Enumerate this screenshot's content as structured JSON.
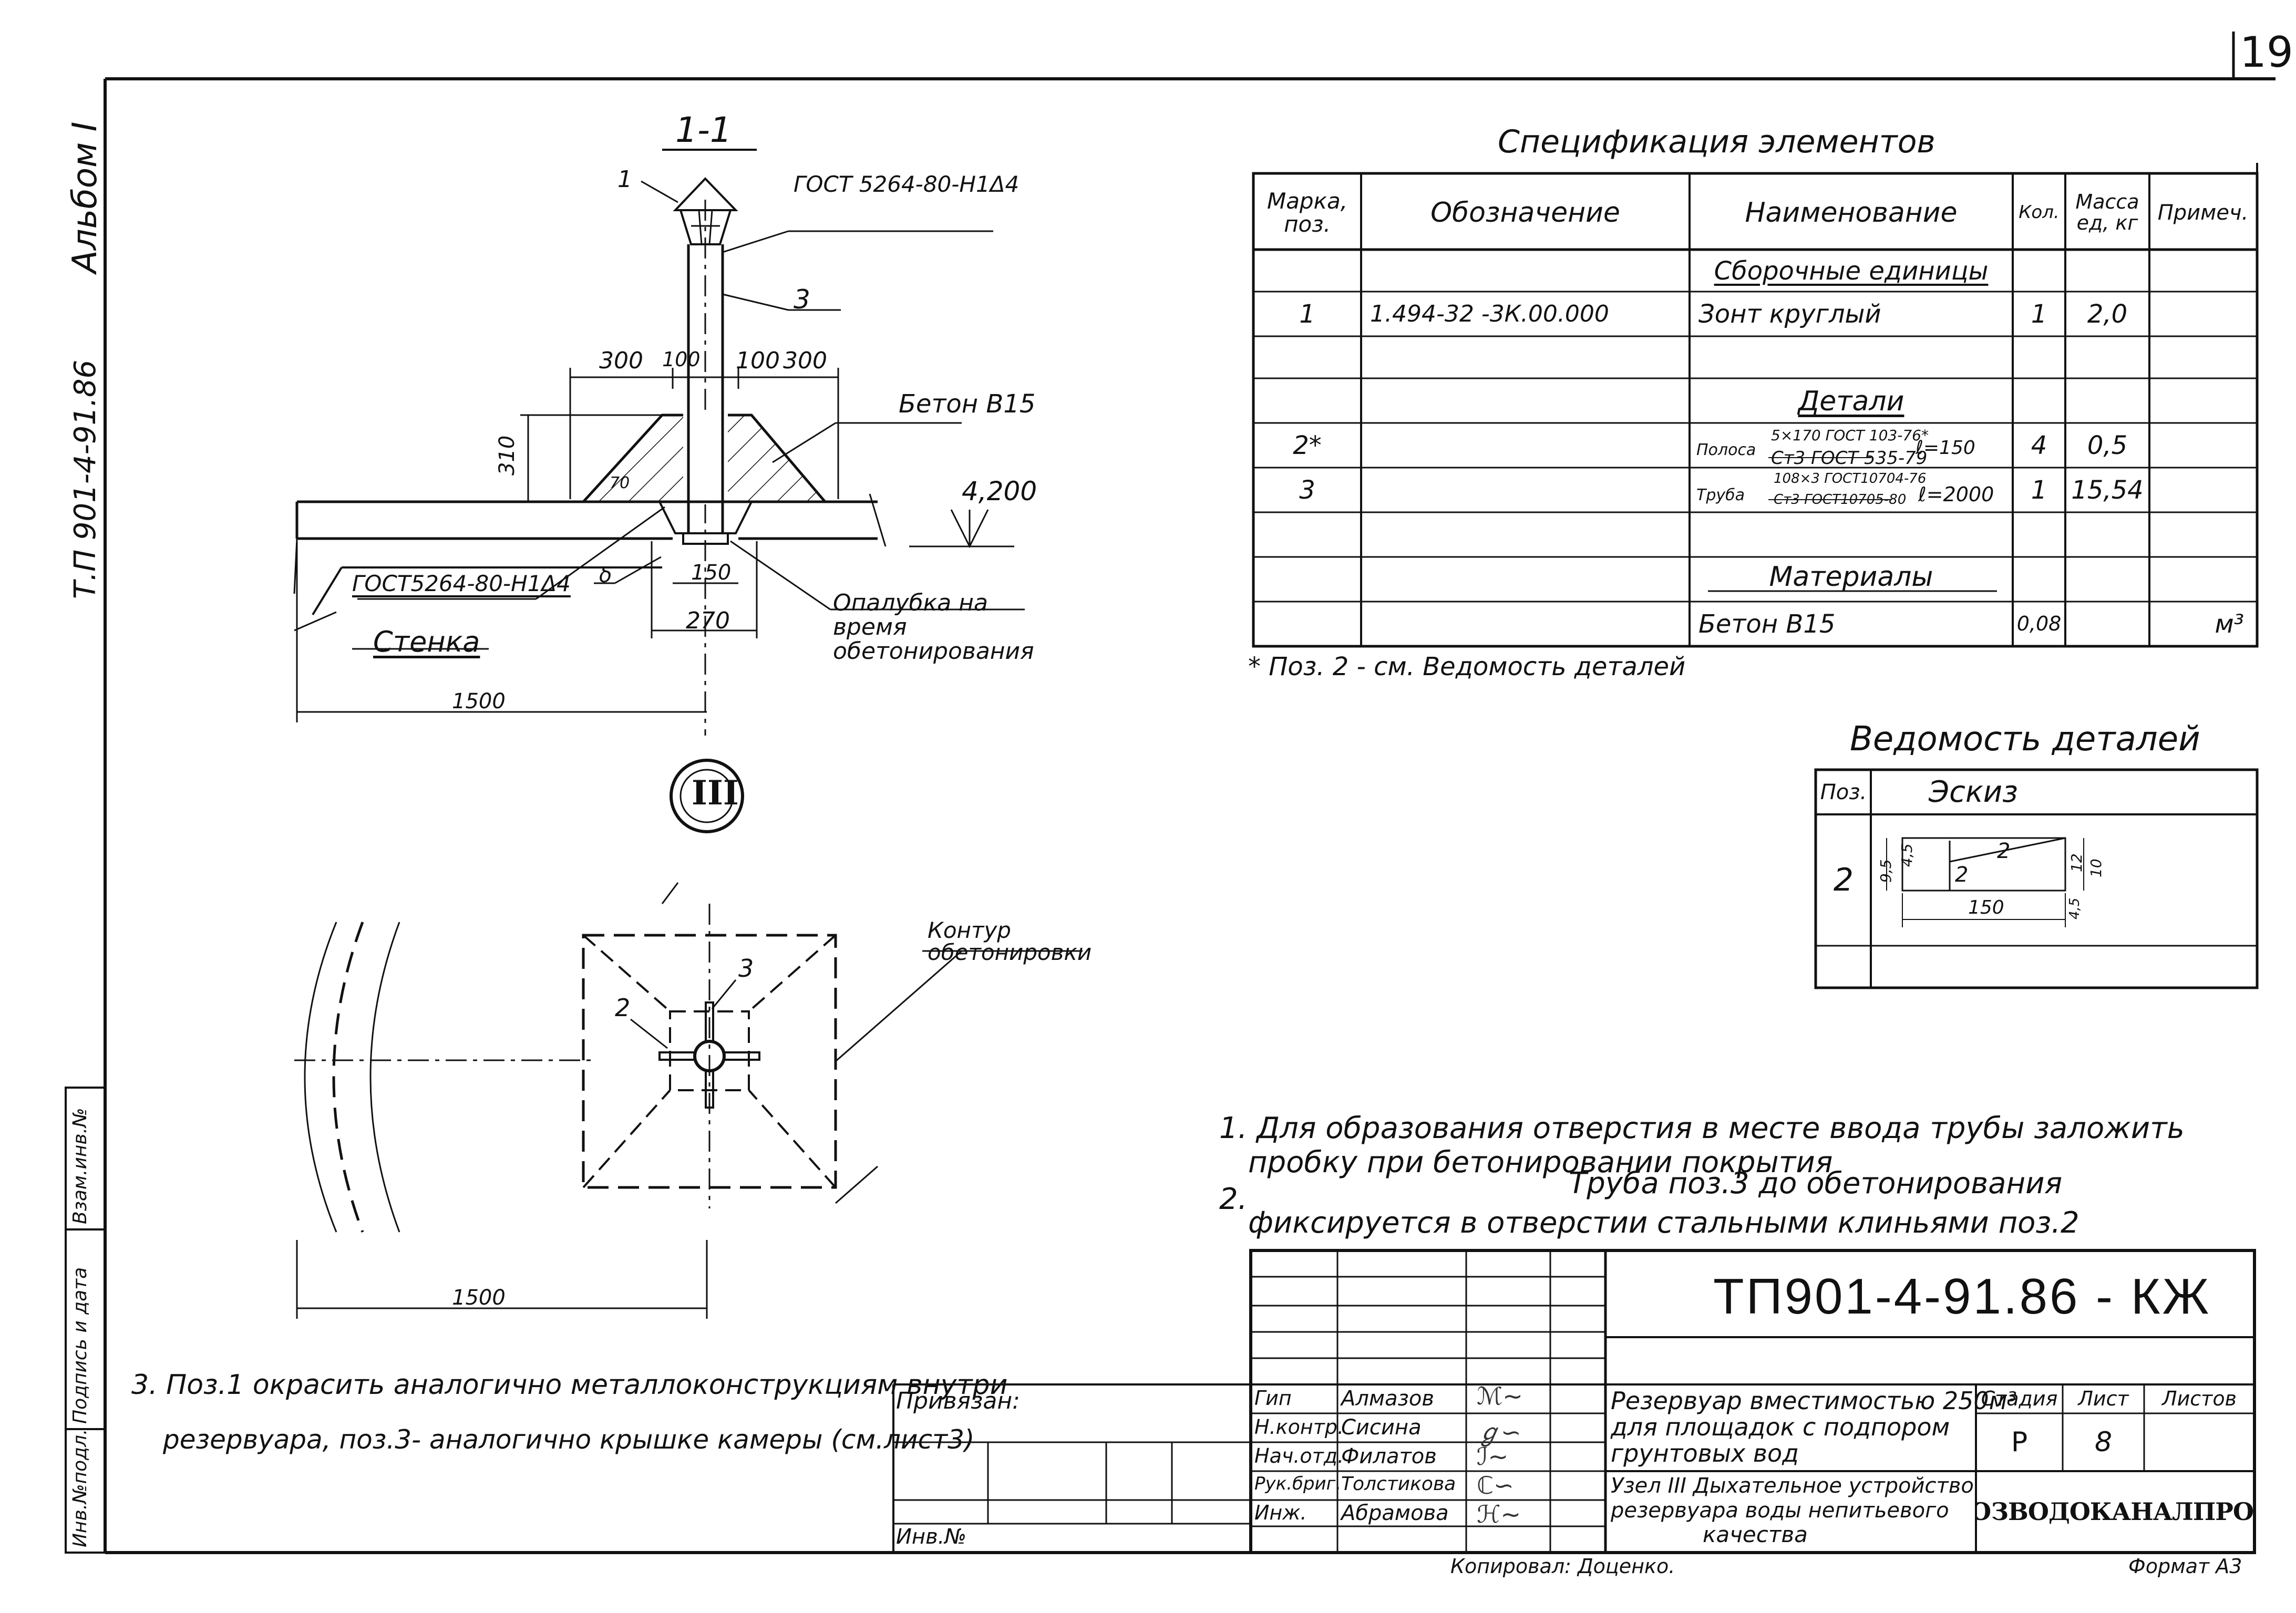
{
  "sheet": {
    "page_number": "19",
    "album": "Альбом I",
    "doc_side": "Т.П 901-4-91.86",
    "copied_by": "Копировал: Доценко.",
    "format": "Формат А3",
    "bound": "Привязан:",
    "inv_no": "Инв.№"
  },
  "left_strip": [
    "Инв.№подл.",
    "Подпись и дата",
    "Взам.инв.№"
  ],
  "section_view": {
    "title": "1-1",
    "pos1": "1",
    "pos3": "3",
    "gost_top": "ГОСТ 5264-80-Н1Δ4",
    "gost_left": "ГОСТ5264-80-Н1Δ4",
    "concrete": "Бетон В15",
    "elevation": "4,200",
    "wall": "Стенка",
    "formwork": "Опалубка на время обетонирования",
    "dims": {
      "d300a": "300",
      "d100a": "100",
      "d100b": "100",
      "d300b": "300",
      "d310": "310",
      "d70": "70",
      "d150": "150",
      "d270": "270",
      "d1500": "1500",
      "delta": "δ"
    },
    "node": "III"
  },
  "plan_view": {
    "contour": "Контур обетонировки",
    "pos2": "2",
    "pos3": "3",
    "dim1500": "1500"
  },
  "spec": {
    "title": "Спецификация элементов",
    "headers": [
      "Марка, поз.",
      "Обозначение",
      "Наименование",
      "Кол.",
      "Масса ед, кг",
      "Примеч."
    ],
    "section_asm": "Сборочные единицы",
    "row1": {
      "mark": "1",
      "designation": "1.494-32 -3К.00.000",
      "name": "Зонт круглый",
      "qty": "1",
      "mass": "2,0"
    },
    "section_det": "Детали",
    "row2": {
      "mark": "2*",
      "name_prefix": "Полоса",
      "name_top": "5×170 ГОСТ 103-76*",
      "name_bot": "Ст3 ГОСТ 535-79",
      "length": "ℓ=150",
      "qty": "4",
      "mass": "0,5"
    },
    "row3": {
      "mark": "3",
      "name_prefix": "Труба",
      "name_top": "108×3 ГОСТ10704-76",
      "name_bot": "Ст3 ГОСТ10705-80",
      "length": "ℓ=2000",
      "qty": "1",
      "mass": "15,54"
    },
    "section_mat": "Материалы",
    "row4": {
      "name": "Бетон В15",
      "qty": "0,08",
      "note": "м³"
    },
    "footnote": "* Поз. 2 - см. Ведомость деталей"
  },
  "details": {
    "title": "Ведомость деталей",
    "headers": [
      "Поз.",
      "Эскиз"
    ],
    "pos": "2",
    "sketch": {
      "a": "2",
      "b": "2",
      "len": "150",
      "d12": "12",
      "d10": "10",
      "d45": "4,5",
      "d95": "9,5",
      "d45b": "4,5"
    }
  },
  "notes": {
    "n1a": "1. Для образования отверстия в месте ввода трубы заложить",
    "n1b": "пробку при бетонировании покрытия",
    "n2num": "2.",
    "n2a": "Труба поз.3 до обетонирования",
    "n2b": "фиксируется в отверстии стальными клиньями поз.2",
    "n3a": "3. Поз.1 окрасить аналогично металлоконструкциям внутри",
    "n3b": "резервуара, поз.3- аналогично крышке камеры (см.лист3)"
  },
  "title_block": {
    "code": "ТП901-4-91.86 - КЖ",
    "roles": [
      "Гип",
      "Н.контр.",
      "Нач.отд.",
      "Рук.бриг.",
      "Инж."
    ],
    "names": [
      "Алмазов",
      "Сисина",
      "Филатов",
      "Толстикова",
      "Абрамова"
    ],
    "project_a": "Резервуар вместимостью 250м³",
    "project_b": "для площадок с подпором",
    "project_c": "грунтовых вод",
    "node_a": "Узел III Дыхательное устройство",
    "node_b": "резервуара воды непитьевого",
    "node_c": "качества",
    "stage_h": "Стадия",
    "sheet_h": "Лист",
    "sheets_h": "Листов",
    "stage": "Р",
    "sheet": "8",
    "org": "СОЮЗВОДОКАНАЛПРОЕКТ"
  }
}
